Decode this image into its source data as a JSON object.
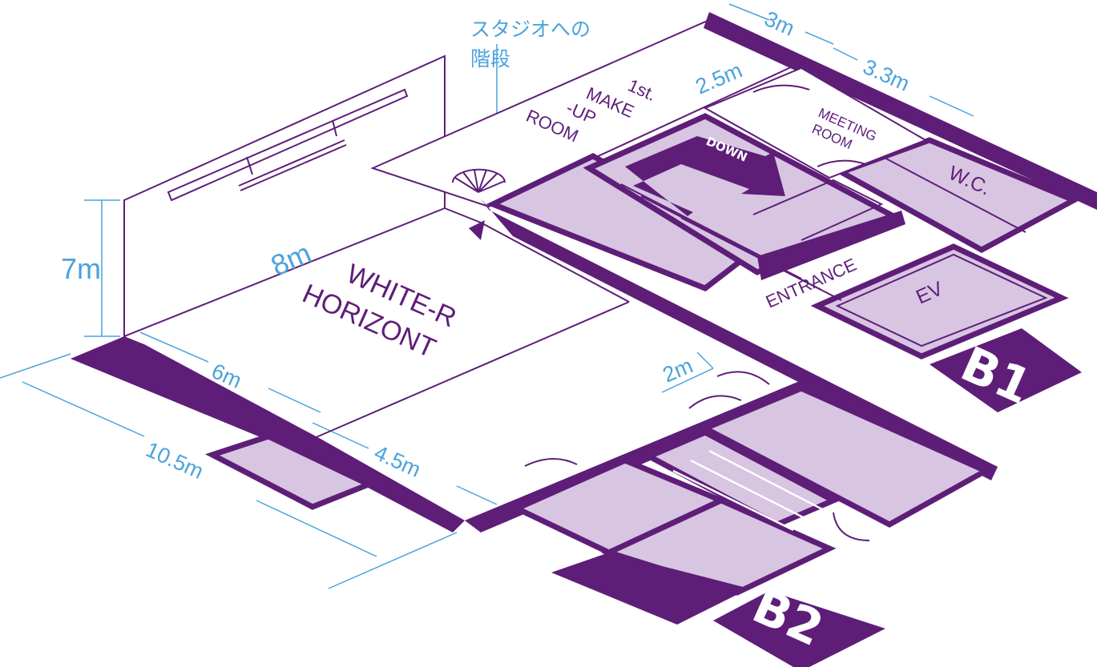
{
  "floors": {
    "b1": "B1",
    "b2": "B2"
  },
  "rooms": {
    "white_r_horizont_line1": "WHITE-R",
    "white_r_horizont_line2": "HORIZONT",
    "makeup_line1": "1st.",
    "makeup_line2": "MAKE",
    "makeup_line3": "-UP",
    "makeup_line4": "ROOM",
    "meeting_line1": "MEETING",
    "meeting_line2": "ROOM",
    "wc": "W.C.",
    "entrance": "ENTRANCE",
    "ev": "EV",
    "down": "DOWN"
  },
  "annotations": {
    "stairs_to_studio_line1": "スタジオへの",
    "stairs_to_studio_line2": "階段"
  },
  "dimensions": {
    "height": "7m",
    "depth": "8m",
    "width_white": "6m",
    "width_total": "10.5m",
    "width_lower": "4.5m",
    "door": "2m",
    "makeup": "2.5m",
    "top": "3m",
    "top_right": "3.3m"
  },
  "colors": {
    "wall": "#5e1e78",
    "room_fill": "#d7c5e2",
    "dimension": "#4aa3dc",
    "background": "#ffffff"
  }
}
